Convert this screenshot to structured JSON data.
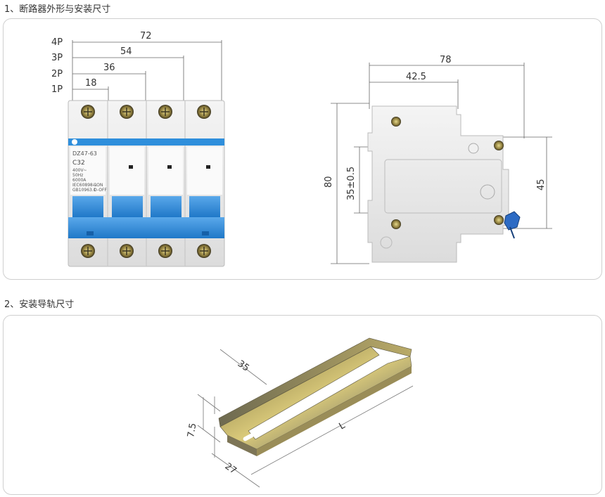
{
  "section1": {
    "title": "1、断路器外形与安装尺寸",
    "front": {
      "pole_labels": [
        "4P",
        "3P",
        "2P",
        "1P"
      ],
      "widths": [
        "72",
        "54",
        "36",
        "18"
      ],
      "label_model": "DZ47-63",
      "label_rating": "C32",
      "label_specs": [
        "400V~",
        "50Hz",
        "6000A",
        "IEC60898-1",
        "GB10963.1"
      ],
      "label_onoff": [
        "I-ON",
        "O-OFF"
      ]
    },
    "side": {
      "dim_total": "78",
      "dim_half": "42.5",
      "dim_height": "80",
      "dim_rail": "35±0.5",
      "dim_body": "45"
    }
  },
  "section2": {
    "title": "2、安装导轨尺寸",
    "rail": {
      "dim_width": "35",
      "dim_depth": "7.5",
      "dim_base": "27",
      "dim_length": "L"
    }
  },
  "colors": {
    "blue": "#2f8fdc",
    "panel_border": "#cfcfcf",
    "rail_gold": "#c9b46a"
  }
}
